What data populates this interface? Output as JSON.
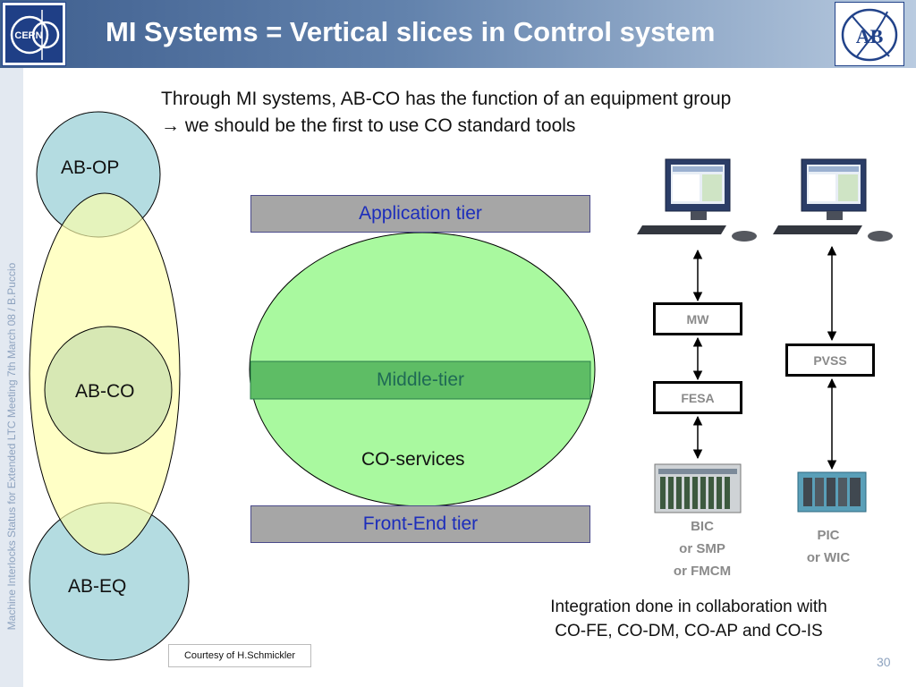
{
  "header": {
    "title": "MI Systems = Vertical slices in Control system"
  },
  "sidebar": {
    "text": "Machine Interlocks Status  for  Extended LTC  Meeting 7th March 08 /  B.Puccio"
  },
  "intro": {
    "line1": "Through MI systems, AB-CO has the function of an equipment group",
    "arrow": "→",
    "line2": "we should be the first to use CO standard tools"
  },
  "groups": {
    "op": "AB-OP",
    "co": "AB-CO",
    "eq": "AB-EQ"
  },
  "tiers": {
    "application": "Application tier",
    "middle": "Middle-tier",
    "services": "CO-services",
    "frontend": "Front-End tier"
  },
  "stack_left": {
    "mw": "MW",
    "fesa": "FESA",
    "hw_line1": "BIC",
    "hw_line2": "or SMP",
    "hw_line3": "or FMCM"
  },
  "stack_right": {
    "pvss": "PVSS",
    "hw_line1": "PIC",
    "hw_line2": "or WIC"
  },
  "collaboration": {
    "line1": "Integration done in collaboration with",
    "line2": "CO-FE, CO-DM, CO-AP and CO-IS"
  },
  "courtesy": "Courtesy of H.Schmickler",
  "page_number": "30",
  "logos": {
    "left": "CERN",
    "right": "AB"
  },
  "colors": {
    "title_bar": "#4a6897",
    "tier_text": "#1c2dbb",
    "ellipse_green": "#a9f99f",
    "ellipse_yellow": "#ffffc8",
    "circle_blue": "#b4dce1"
  }
}
